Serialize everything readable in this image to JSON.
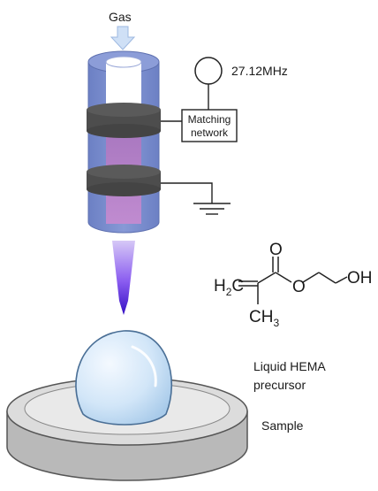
{
  "labels": {
    "gas": "Gas",
    "frequency": "27.12MHz",
    "matching_line1": "Matching",
    "matching_line2": "network",
    "liquid_line1": "Liquid HEMA",
    "liquid_line2": "precursor",
    "sample": "Sample"
  },
  "molecule": {
    "h2c_main": "H",
    "h2c_sub": "2",
    "h2c_tail": "C",
    "carbonyl_o": "O",
    "ester_o": "O",
    "oh": "OH",
    "ch3_main": "CH",
    "ch3_sub": "3"
  },
  "colors": {
    "tube_blue": "#7b90cf",
    "tube_blue_dark": "#5f73b8",
    "electrode": "#4d4d4d",
    "plasma_core": "#b07fc4",
    "jet_top": "#c9b8f2",
    "jet_bottom": "#3a10c8",
    "gas_arrow": "#c9dcf5",
    "droplet": "#d6e9f9",
    "dish": "#c8c8c8",
    "line": "#222222"
  }
}
